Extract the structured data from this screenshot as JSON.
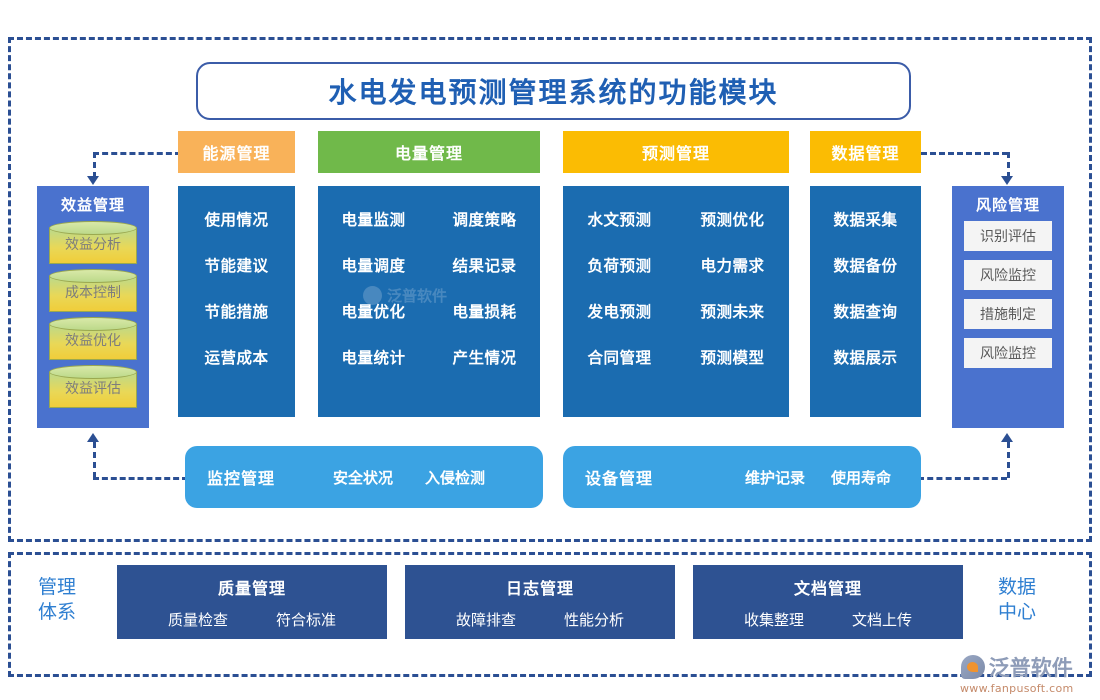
{
  "title": "水电发电预测管理系统的功能模块",
  "tabs": [
    {
      "label": "能源管理",
      "color": "#f9b259"
    },
    {
      "label": "电量管理",
      "color": "#70b94a"
    },
    {
      "label": "预测管理",
      "color": "#fbbc03"
    },
    {
      "label": "数据管理",
      "color": "#fbbc03"
    }
  ],
  "panels": [
    {
      "name": "energy",
      "items": [
        "使用情况",
        "节能建议",
        "节能措施",
        "运营成本"
      ]
    },
    {
      "name": "power",
      "items": [
        "电量监测",
        "调度策略",
        "电量调度",
        "结果记录",
        "电量优化",
        "电量损耗",
        "电量统计",
        "产生情况"
      ]
    },
    {
      "name": "forecast",
      "items": [
        "水文预测",
        "预测优化",
        "负荷预测",
        "电力需求",
        "发电预测",
        "预测未来",
        "合同管理",
        "预测模型"
      ]
    },
    {
      "name": "data",
      "items": [
        "数据采集",
        "数据备份",
        "数据查询",
        "数据展示"
      ]
    }
  ],
  "benefit": {
    "title": "效益管理",
    "items": [
      "效益分析",
      "成本控制",
      "效益优化",
      "效益评估"
    ]
  },
  "risk": {
    "title": "风险管理",
    "items": [
      "识别评估",
      "风险监控",
      "措施制定",
      "风险监控"
    ]
  },
  "round_rows": [
    {
      "title": "监控管理",
      "items": [
        "安全状况",
        "入侵检测"
      ]
    },
    {
      "title": "设备管理",
      "items": [
        "维护记录",
        "使用寿命"
      ]
    }
  ],
  "band": {
    "left_label": "管理\n体系",
    "left_label_line1": "管理",
    "left_label_line2": "体系",
    "right_label_line1": "数据",
    "right_label_line2": "中心",
    "cards": [
      {
        "title": "质量管理",
        "items": [
          "质量检查",
          "符合标准"
        ]
      },
      {
        "title": "日志管理",
        "items": [
          "故障排查",
          "性能分析"
        ]
      },
      {
        "title": "文档管理",
        "items": [
          "收集整理",
          "文档上传"
        ]
      }
    ]
  },
  "watermark": {
    "center_text": "泛普软件",
    "logo_name": "泛普软件",
    "logo_url": "www.fanpusoft.com"
  },
  "colors": {
    "panel_blue": "#1b6cb0",
    "side_blue": "#4a72ce",
    "round_blue": "#3ba3e3",
    "band_blue": "#2e5292",
    "frame": "#2b4f93",
    "title_text": "#1f5fb3"
  }
}
